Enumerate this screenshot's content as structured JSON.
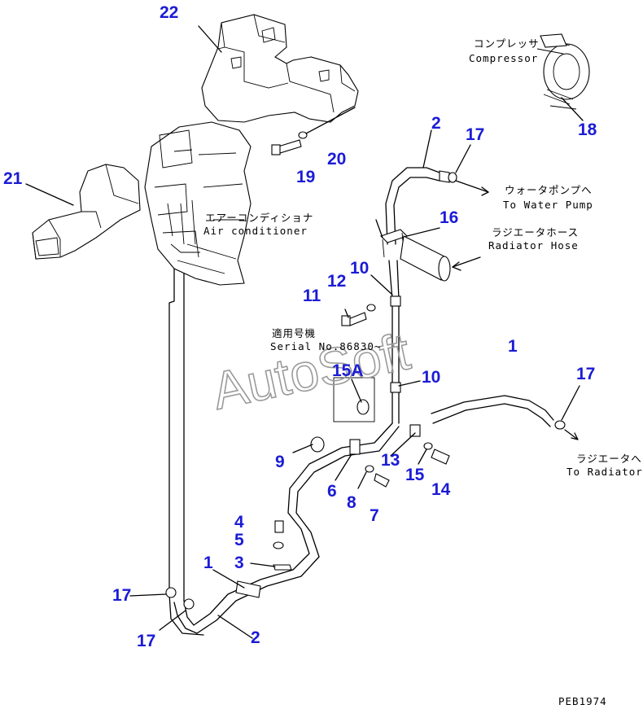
{
  "callouts": {
    "c22": "22",
    "c18": "18",
    "c2_top": "2",
    "c17_top": "17",
    "c19": "19",
    "c20": "20",
    "c21": "21",
    "c16": "16",
    "c10_top": "10",
    "c12": "12",
    "c11": "11",
    "c1_right": "1",
    "c15A": "15A",
    "c10_mid": "10",
    "c17_right": "17",
    "c9": "9",
    "c13": "13",
    "c6": "6",
    "c15": "15",
    "c14": "14",
    "c8": "8",
    "c7": "7",
    "c4": "4",
    "c5": "5",
    "c3": "3",
    "c1_bottom": "1",
    "c17_left": "17",
    "c17_bottom": "17",
    "c2_bottom": "2"
  },
  "labels": {
    "compressor_jp": "コンプレッサ",
    "compressor_en": "Compressor",
    "water_pump_jp": "ウォータポンプへ",
    "water_pump_en": "To Water Pump",
    "radiator_hose_jp": "ラジエータホース",
    "radiator_hose_en": "Radiator Hose",
    "aircon_jp": "エアーコンディショナ",
    "aircon_en": "Air conditioner",
    "serial_jp": "適用号機",
    "serial_en": "Serial No.86830~",
    "to_radiator_jp": "ラジエータへ",
    "to_radiator_en": "To Radiator"
  },
  "watermark": "AutoSoft",
  "drawing_code": "PEB1974",
  "colors": {
    "callout": "#1b1bd6",
    "line": "#000000",
    "watermark": "#9a9a9a"
  }
}
